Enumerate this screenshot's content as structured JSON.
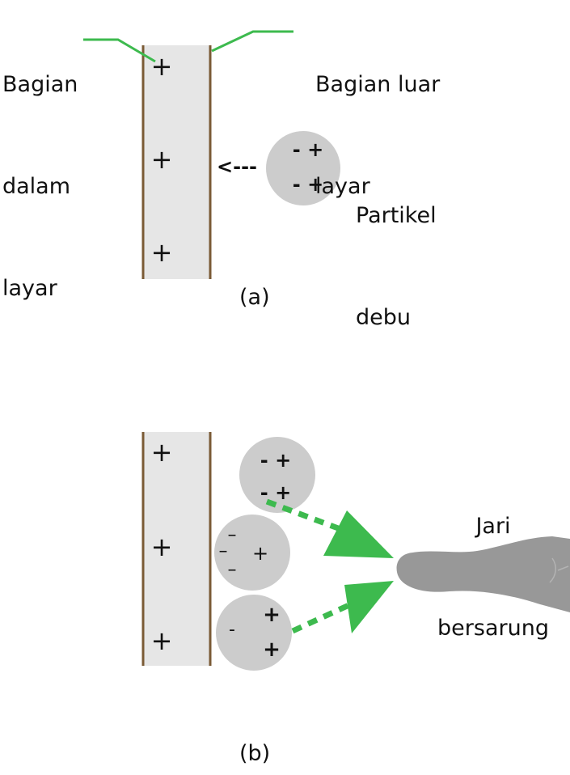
{
  "labels": {
    "inner": [
      "Bagian",
      "dalam",
      "layar"
    ],
    "outer": [
      "Bagian luar",
      "layar"
    ],
    "particle": [
      "Partikel",
      "debu"
    ],
    "finger": [
      "Jari",
      "bersarung"
    ],
    "arrow_text": "<---",
    "caption_a": "(a)",
    "caption_b": "(b)"
  },
  "charges": {
    "screen_a": [
      "+",
      "+",
      "+"
    ],
    "screen_b": [
      "+",
      "+",
      "+"
    ],
    "particle_a": [
      "- +",
      "- +"
    ],
    "particle_b_top": [
      "- +",
      "- +"
    ],
    "particle_b_mid": [
      "–",
      "–",
      "+",
      "–"
    ],
    "particle_b_bottom": [
      "+",
      "-",
      "+"
    ]
  },
  "colors": {
    "screen_fill": "#e6e6e6",
    "screen_border": "#7a5a35",
    "particle_fill": "#cccccc",
    "leader_line": "#3dba4e",
    "arrow": "#3dba4e",
    "finger": "#989898"
  },
  "icons": [
    "glove-finger-icon",
    "dashed-arrow-icon"
  ]
}
